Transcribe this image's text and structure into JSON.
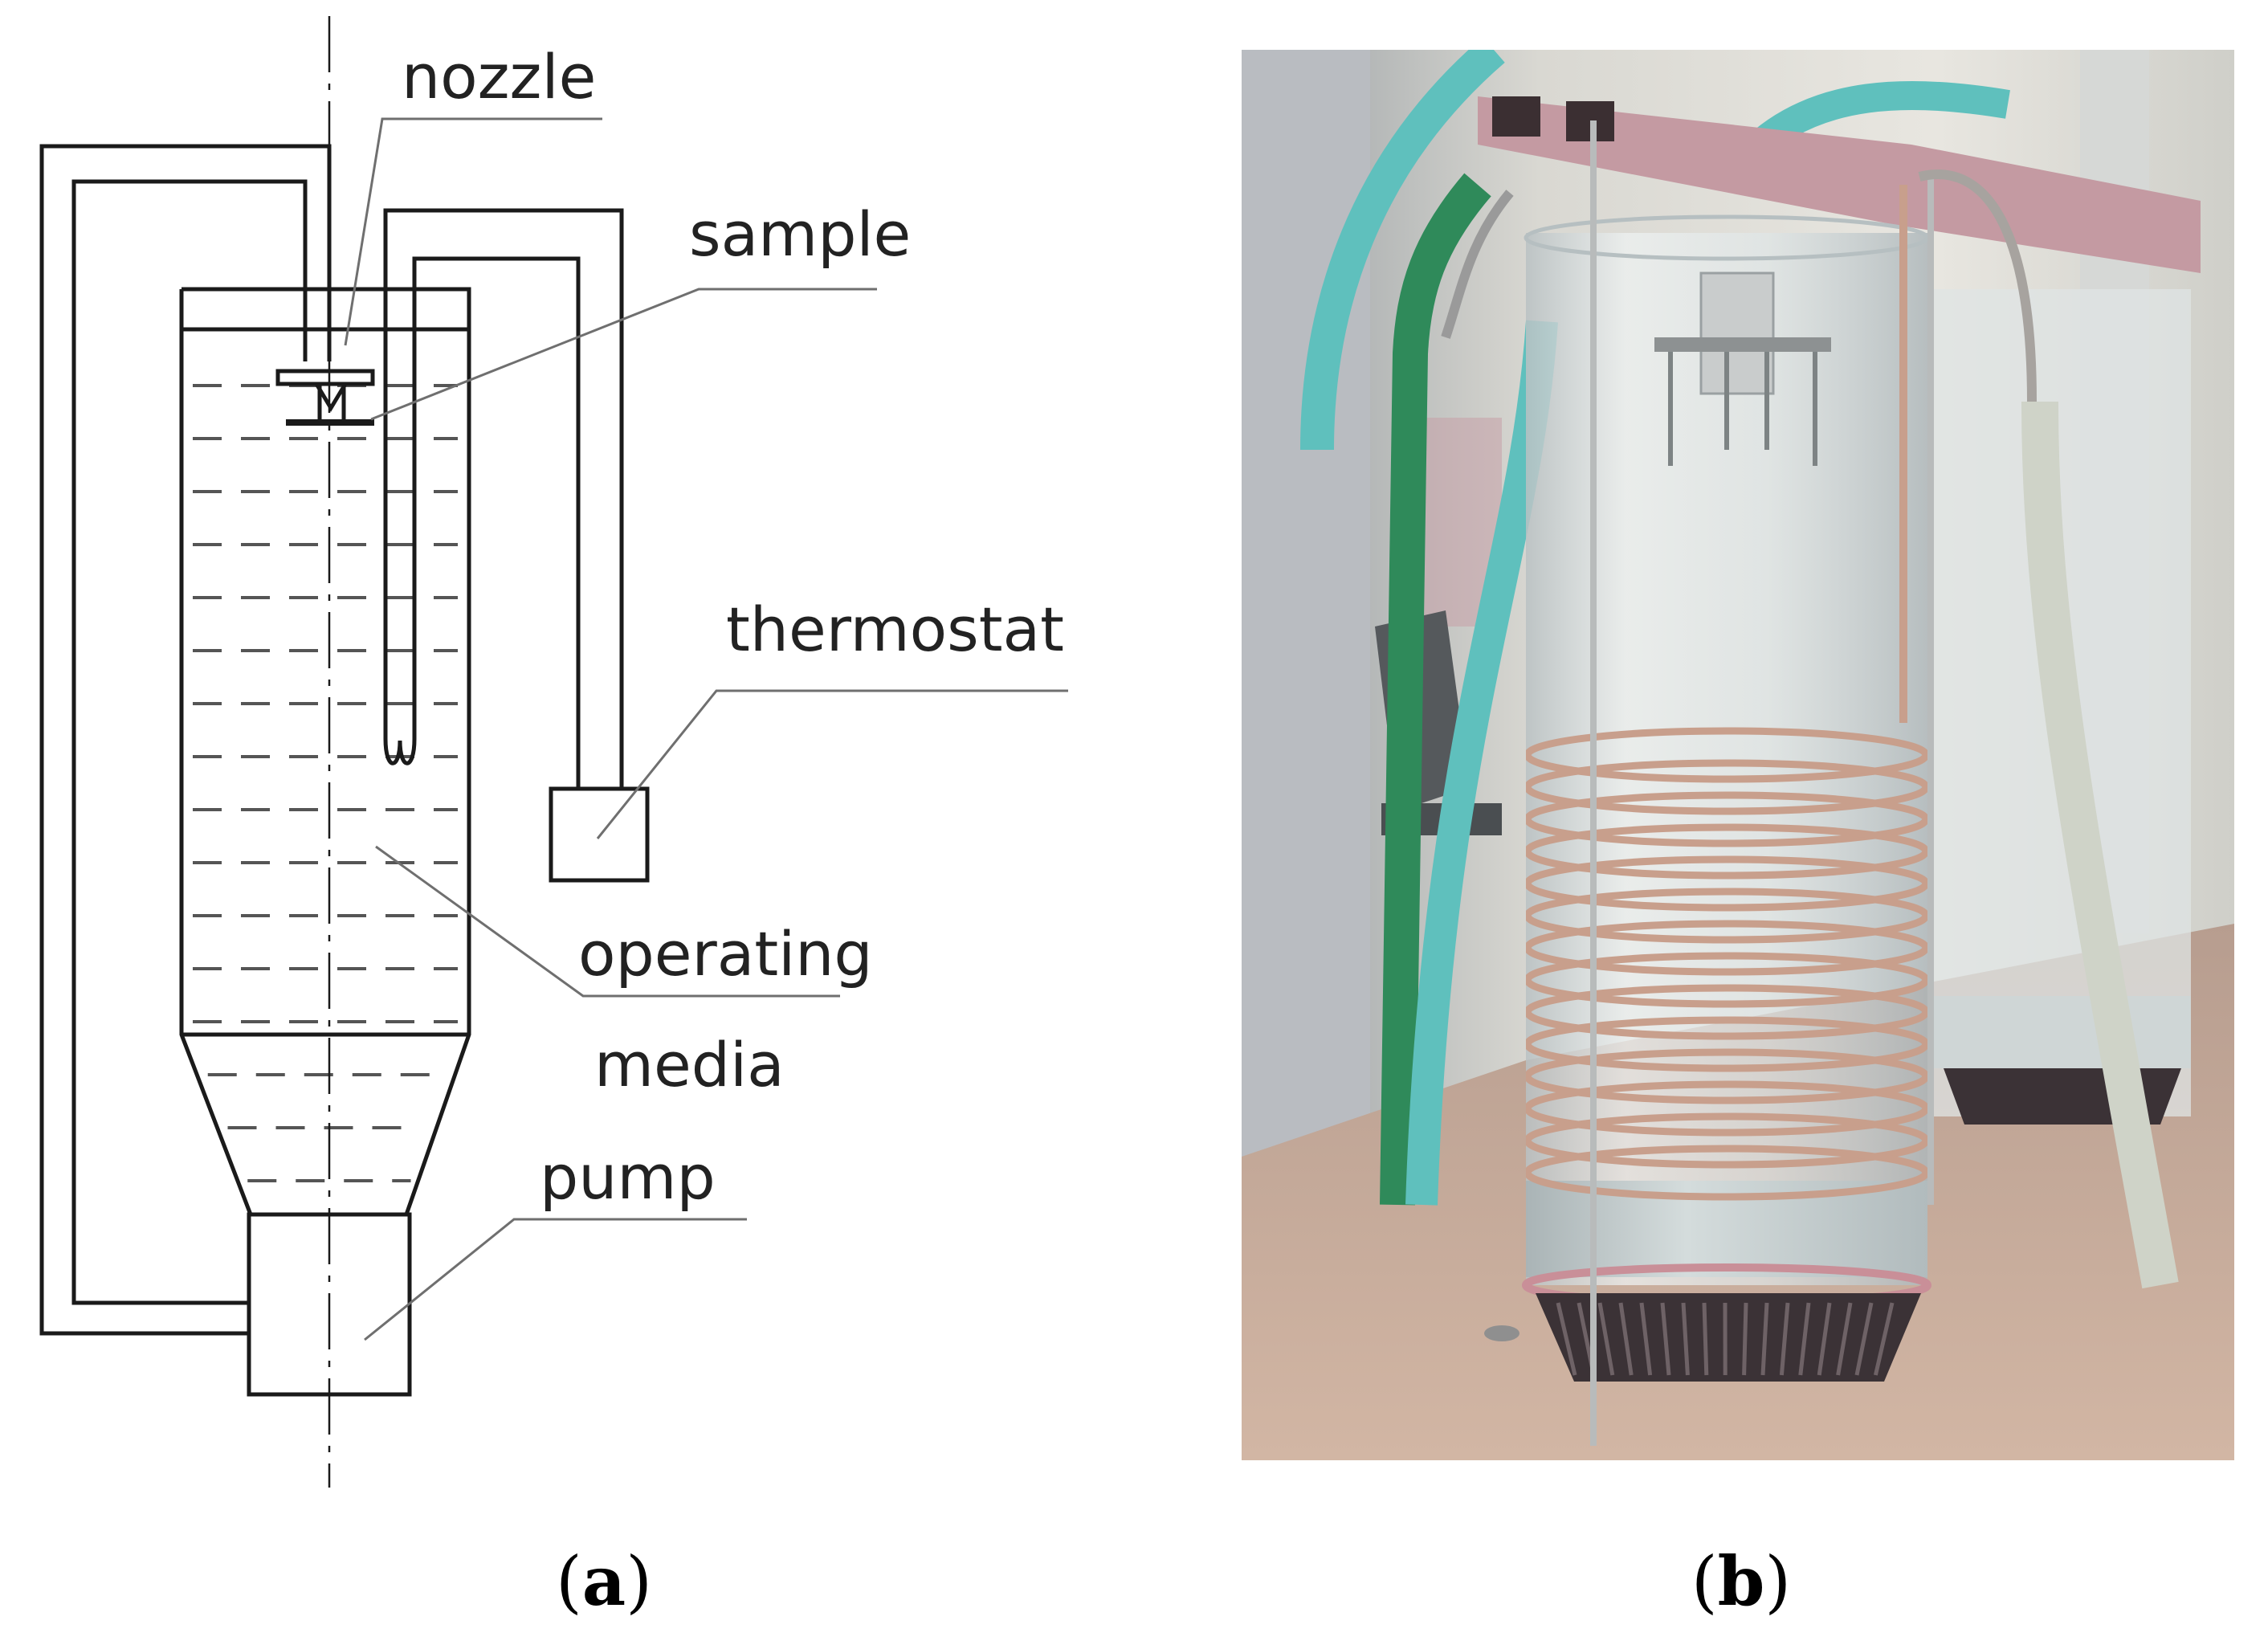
{
  "diagram": {
    "labels": {
      "nozzle": "nozzle",
      "sample": "sample",
      "thermostat": "thermostat",
      "operating": "operating",
      "media": "media",
      "pump": "pump"
    },
    "colors": {
      "line": "#1a1a1a",
      "liquid_dash": "#555555",
      "leader": "#6f6f6f"
    }
  },
  "photo": {
    "colors": {
      "wall": "#d9d8d2",
      "pillar": "#b9bcc1",
      "table": "#c7ab9a",
      "frame": "#c49aa2",
      "teal_hose": "#5fc0bd",
      "green_hose": "#2f8a5a",
      "grey_hose": "#cfd3c8",
      "copper_coil": "#c89f8c",
      "cylinder": "#d8dfe0",
      "base": "#3b3236"
    }
  },
  "captions": {
    "a": {
      "open": "(",
      "letter": "a",
      "close": ")"
    },
    "b": {
      "open": "(",
      "letter": "b",
      "close": ")"
    }
  }
}
